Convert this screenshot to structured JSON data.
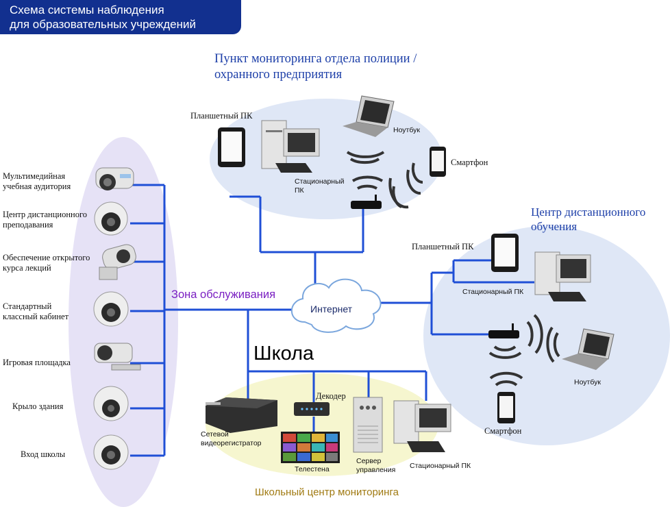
{
  "title": {
    "line1": "Схема системы наблюдения",
    "line2": "для образовательных учреждений"
  },
  "police": {
    "title_line1": "Пункт мониторинга отдела полиции /",
    "title_line2": "охранного предприятия",
    "tablet": "Планшетный ПК",
    "pc_line1": "Стационарный",
    "pc_line2": "ПК",
    "laptop": "Ноутбук",
    "smartphone": "Смартфон"
  },
  "distance": {
    "title_line1": "Центр дистанционного",
    "title_line2": "обучения",
    "tablet": "Планшетный ПК",
    "pc": "Стационарный ПК",
    "laptop": "Ноутбук",
    "smartphone": "Смартфон"
  },
  "service_zone": "Зона обслуживания",
  "internet": "Интернет",
  "school": "Школа",
  "cameras": [
    {
      "line1": "Мультимедийная",
      "line2": "учебная аудитория"
    },
    {
      "line1": "Центр дистанционного",
      "line2": "преподавания"
    },
    {
      "line1": "Обеспечение открытого",
      "line2": "курса лекций"
    },
    {
      "line1": "Стандартный",
      "line2": "классный кабинет"
    },
    {
      "line1": "Игровая площадка",
      "line2": ""
    },
    {
      "line1": "Крыло здания",
      "line2": ""
    },
    {
      "line1": "Вход школы",
      "line2": ""
    }
  ],
  "school_center": {
    "decoder": "Декодер",
    "nvr_line1": "Сетевой",
    "nvr_line2": "видеорегистратор",
    "videowall": "Телестена",
    "server_line1": "Сервер",
    "server_line2": "управления",
    "pc": "Стационарный ПК",
    "title": "Школьный центр мониторинга"
  },
  "colors": {
    "line": "#1f4fd6",
    "badge": "#12308f",
    "service_zone": "#7a1fc2",
    "monitor_title": "#a07a12",
    "ellipse_blue": "#dfe7f6",
    "ellipse_violet": "#e6e2f6",
    "ellipse_yellow": "#f6f6cf"
  }
}
